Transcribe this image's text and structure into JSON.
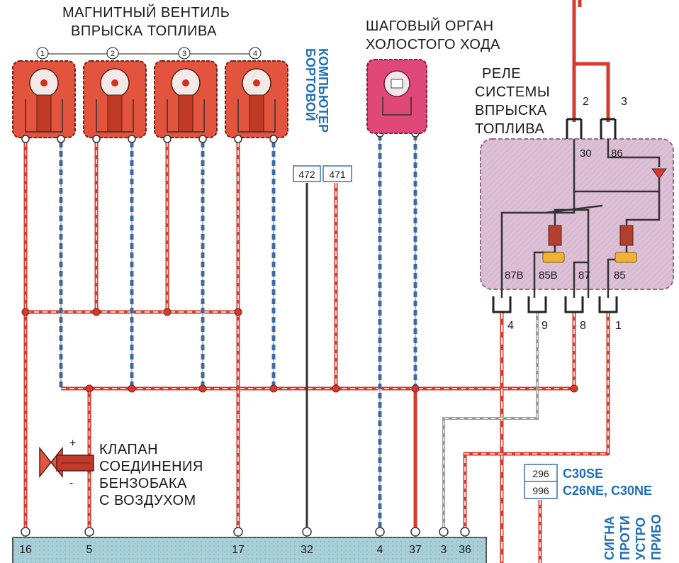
{
  "injector": {
    "title_line1": "МАГНИТНЫЙ ВЕНТИЛЬ",
    "title_line2": "ВПРЫСКА ТОПЛИВА",
    "numbers": [
      "1",
      "2",
      "3",
      "4"
    ]
  },
  "idle_actuator": {
    "title_line1": "ШАГОВЫЙ ОРГАН",
    "title_line2": "ХОЛОСТОГО ХОДА"
  },
  "onboard_computer": {
    "label_line1": "БОРТОВОЙ",
    "label_line2": "КОМПЬЮТЕР",
    "wire_ids": [
      "472",
      "471"
    ]
  },
  "relay": {
    "title_lines": [
      "РЕЛЕ",
      "СИСТЕМЫ",
      "ВПРЫСКА",
      "ТОПЛИВА"
    ],
    "top_wires": [
      "2",
      "3"
    ],
    "top_pins": [
      "30",
      "86"
    ],
    "bottom_pins": [
      "87B",
      "85B",
      "87",
      "85"
    ],
    "bottom_wires": [
      "4",
      "9",
      "8",
      "1"
    ]
  },
  "valve": {
    "label_lines": [
      "КЛАПАН",
      "СОЕДИНЕНИЯ",
      "БЕНЗОБАКА",
      "С ВОЗДУХОМ"
    ],
    "plus": "+",
    "minus": "-"
  },
  "engine_table": {
    "rows": [
      {
        "wire": "296",
        "engine": "C30SE"
      },
      {
        "wire": "996",
        "engine": "C26NE, C30NE"
      }
    ]
  },
  "connector_pins": [
    "16",
    "5",
    "17",
    "32",
    "4",
    "37",
    "3",
    "36"
  ],
  "right_edge_text": [
    "ПРИБО",
    "УСТРО",
    "ПРОТИ",
    "СИГНА"
  ],
  "colors": {
    "wire_red": "#d63a2c",
    "wire_blue": "#3d6fb0",
    "wire_dark": "#333333",
    "injector_fill": "#e2543e",
    "actuator_fill": "#e0487a",
    "relay_fill": "#dcc0d6",
    "connector_fill": "#a9cfd6",
    "label_blue": "#1f6fb5"
  }
}
